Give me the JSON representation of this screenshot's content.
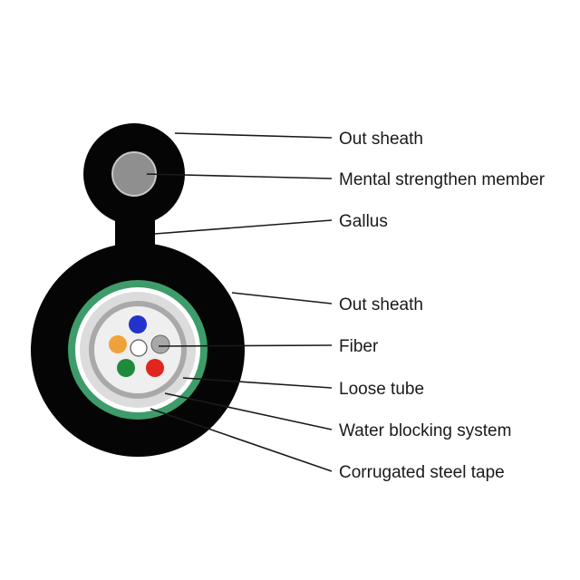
{
  "labels": {
    "out_sheath_top": "Out sheath",
    "strength_member": "Mental strengthen member",
    "gallus": "Gallus",
    "out_sheath_main": "Out sheath",
    "fiber": "Fiber",
    "loose_tube": "Loose tube",
    "water_blocking": "Water blocking system",
    "steel_tape": "Corrugated steel tape"
  },
  "colors": {
    "sheath": "#050505",
    "strength_member": "#8f8f8f",
    "steel_tape": "#3e9c6a",
    "water_blocking": "#dcdcdc",
    "loose_tube": "#a9a9a9",
    "fiber_blue": "#2233cc",
    "fiber_orange": "#f0a23a",
    "fiber_grey": "#a8a8a8",
    "fiber_green": "#1f8a3a",
    "fiber_red": "#e0261f",
    "fiber_white": "#ffffff"
  }
}
